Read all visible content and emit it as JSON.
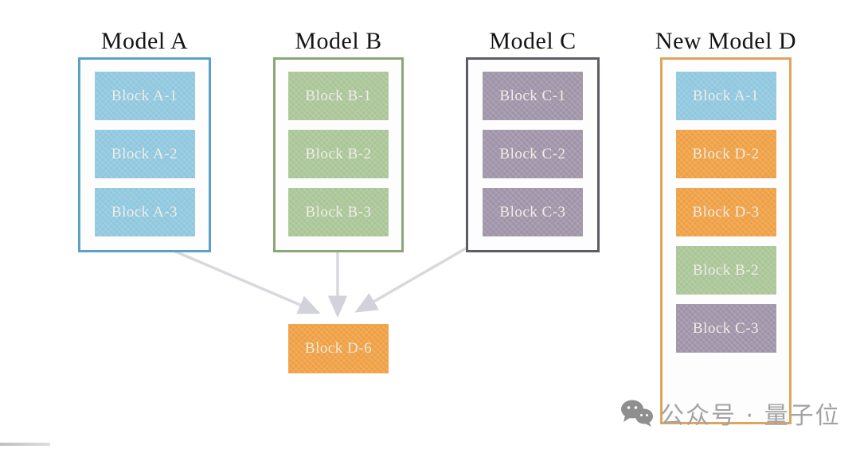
{
  "diagram_title": "",
  "colors": {
    "blue_fill": "#8ec7de",
    "blue_border": "#5ba2c8",
    "green_fill": "#a9c596",
    "green_border": "#8aa877",
    "purple_fill": "#9e93a7",
    "dark_border": "#5c5c66",
    "orange_fill": "#ef9f42",
    "orange_border": "#e0a55c",
    "arrow_color": "#d8d8de",
    "block_text": "#eeece6",
    "title_text": "#141414",
    "watermark_text_color": "#a3a3a3",
    "watermark_icon_color": "#8f8f8f"
  },
  "models": [
    {
      "title": "Model A",
      "border_color": "#5ba2c8",
      "blocks": [
        {
          "label": "Block A-1",
          "fill": "#8ec7de"
        },
        {
          "label": "Block A-2",
          "fill": "#8ec7de"
        },
        {
          "label": "Block A-3",
          "fill": "#8ec7de"
        }
      ]
    },
    {
      "title": "Model B",
      "border_color": "#8aa877",
      "blocks": [
        {
          "label": "Block B-1",
          "fill": "#a9c596"
        },
        {
          "label": "Block B-2",
          "fill": "#a9c596"
        },
        {
          "label": "Block B-3",
          "fill": "#a9c596"
        }
      ]
    },
    {
      "title": "Model C",
      "border_color": "#5c5c66",
      "blocks": [
        {
          "label": "Block C-1",
          "fill": "#9e93a7"
        },
        {
          "label": "Block C-2",
          "fill": "#9e93a7"
        },
        {
          "label": "Block C-3",
          "fill": "#9e93a7"
        }
      ]
    },
    {
      "title": "New Model D",
      "border_color": "#e0a55c",
      "blocks": [
        {
          "label": "Block A-1",
          "fill": "#8ec7de"
        },
        {
          "label": "Block D-2",
          "fill": "#ef9f42"
        },
        {
          "label": "Block D-3",
          "fill": "#ef9f42"
        },
        {
          "label": "Block B-2",
          "fill": "#a9c596"
        },
        {
          "label": "Block C-3",
          "fill": "#9e93a7"
        }
      ]
    }
  ],
  "merged_block": {
    "label": "Block D-6",
    "fill": "#ef9f42"
  },
  "arrows": [
    {
      "from": "Model A",
      "to": "Block D-6"
    },
    {
      "from": "Model B",
      "to": "Block D-6"
    },
    {
      "from": "Model C",
      "to": "Block D-6"
    }
  ],
  "watermark": {
    "icon": "wechat-icon",
    "text": "公众号 · 量子位"
  }
}
